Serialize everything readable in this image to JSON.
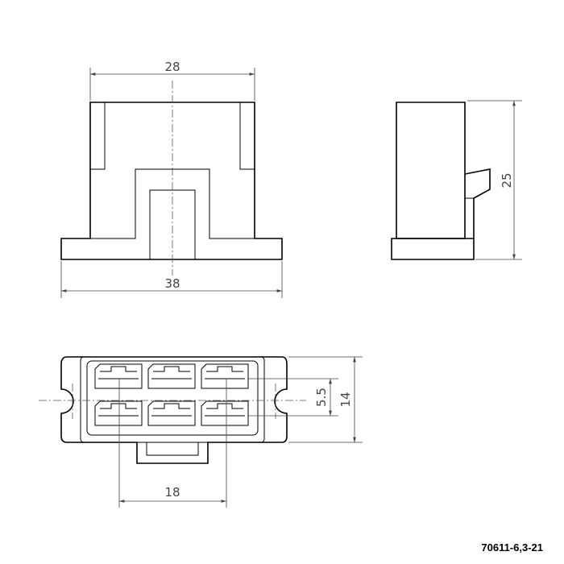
{
  "front_view": {
    "top_width_label": "28",
    "base_width_label": "38"
  },
  "side_view": {
    "height_label": "25"
  },
  "bottom_view": {
    "pitch_label": "5.5",
    "depth_label": "14",
    "tab_width_label": "18"
  },
  "part_number": "70611-6,3-21",
  "colors": {
    "line": "#000000",
    "dimension": "#444444",
    "background": "#ffffff"
  }
}
